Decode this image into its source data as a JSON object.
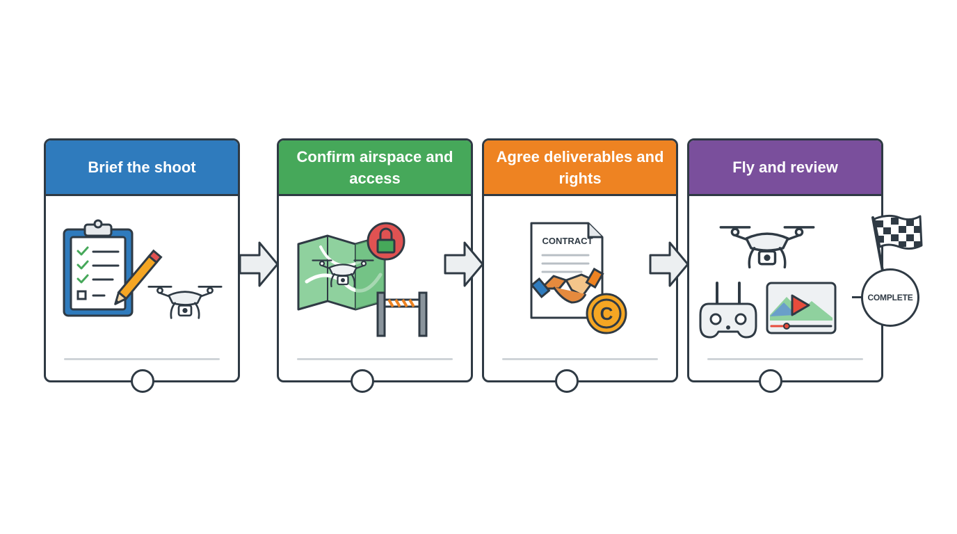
{
  "steps": [
    {
      "title": "Brief the shoot",
      "color": "#2f7bbd"
    },
    {
      "title": "Confirm airspace and access",
      "color": "#46a85a"
    },
    {
      "title": "Agree deliverables and rights",
      "color": "#ee8322"
    },
    {
      "title": "Fly and review",
      "color": "#7a4f9c"
    }
  ],
  "contract_label": "CONTRACT",
  "copyright_symbol": "C",
  "complete_label": "COMPLETE",
  "colors": {
    "outline": "#2f3a44",
    "map_green": "#8fd19e",
    "lock_red": "#e05252",
    "coin_orange": "#f5a623",
    "play_red": "#e74c3c"
  },
  "icons": [
    "clipboard-checklist-icon",
    "pencil-icon",
    "drone-icon",
    "map-icon",
    "lock-icon",
    "barrier-icon",
    "contract-icon",
    "handshake-icon",
    "copyright-icon",
    "remote-controller-icon",
    "video-player-icon",
    "checkered-flag-icon"
  ]
}
